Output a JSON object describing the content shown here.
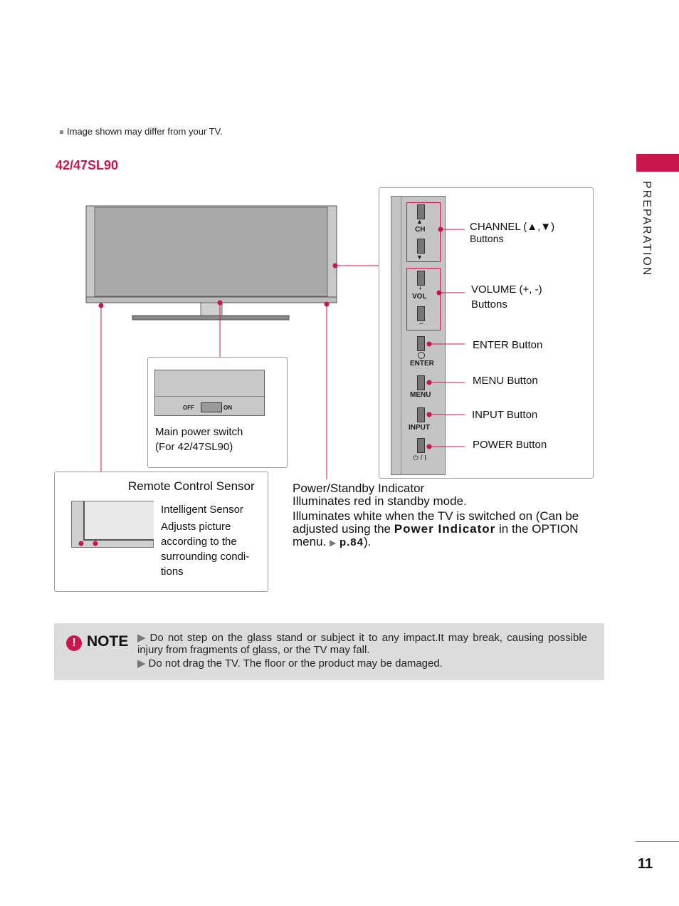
{
  "header": {
    "image_note": "Image shown may differ from your TV.",
    "model": "42/47SL90"
  },
  "side_tab": {
    "label": "PREPARATION"
  },
  "page_number": "11",
  "controls": {
    "channel_label": "CHANNEL (▲,▼)",
    "channel_sub": "Buttons",
    "volume_label": "VOLUME (+, -)",
    "volume_sub": "Buttons",
    "enter_label": "ENTER Button",
    "menu_label": "MENU Button",
    "input_label": "INPUT Button",
    "power_label": "POWER Button",
    "strip": {
      "ch": "CH",
      "vol": "VOL",
      "enter": "ENTER",
      "menu": "MENU",
      "input": "INPUT",
      "power": "⏻ / I"
    }
  },
  "power_switch": {
    "off": "OFF",
    "on": "ON",
    "caption_line1": "Main power switch",
    "caption_line2": "(For 42/47SL90)"
  },
  "remote_sensor": {
    "title": "Remote Control Sensor",
    "intelligent_title": "Intelligent Sensor",
    "intelligent_body": [
      "Adjusts picture",
      "according to the",
      "surrounding condi-",
      "tions"
    ]
  },
  "power_indicator": {
    "title": "Power/Standby Indicator",
    "line1": "Illuminates red in standby mode.",
    "line2_prefix": "Illuminates white when the TV is switched on (Can be adjusted using the",
    "line2_bold": "Power Indicator",
    "line2_mid": "in the OPTION menu.",
    "line2_ref": "p.84",
    "line2_end": ")."
  },
  "note": {
    "label": "NOTE",
    "items": [
      "Do not step on the glass stand or subject it to any impact.It may break, causing possible injury from fragments of glass, or the TV may fall.",
      "Do not drag the TV. The floor or the product may be damaged."
    ]
  },
  "colors": {
    "accent": "#c8174d",
    "note_bg": "#dcdcdc"
  }
}
